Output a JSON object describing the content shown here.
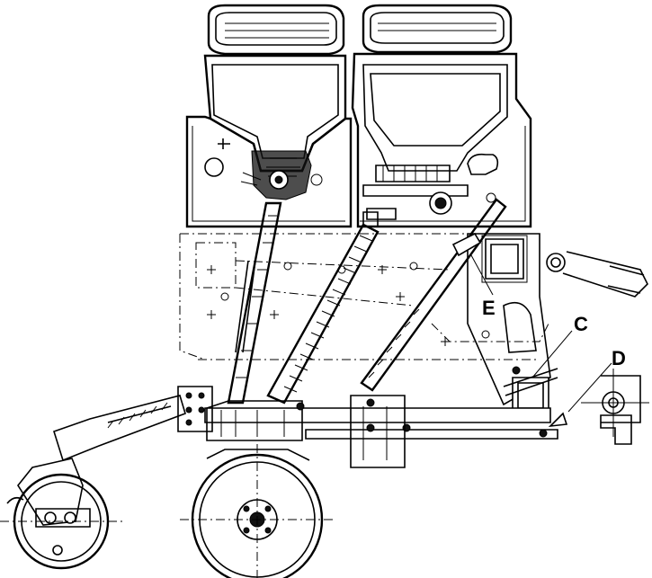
{
  "callouts": {
    "e": "E",
    "c": "C",
    "d": "D"
  }
}
